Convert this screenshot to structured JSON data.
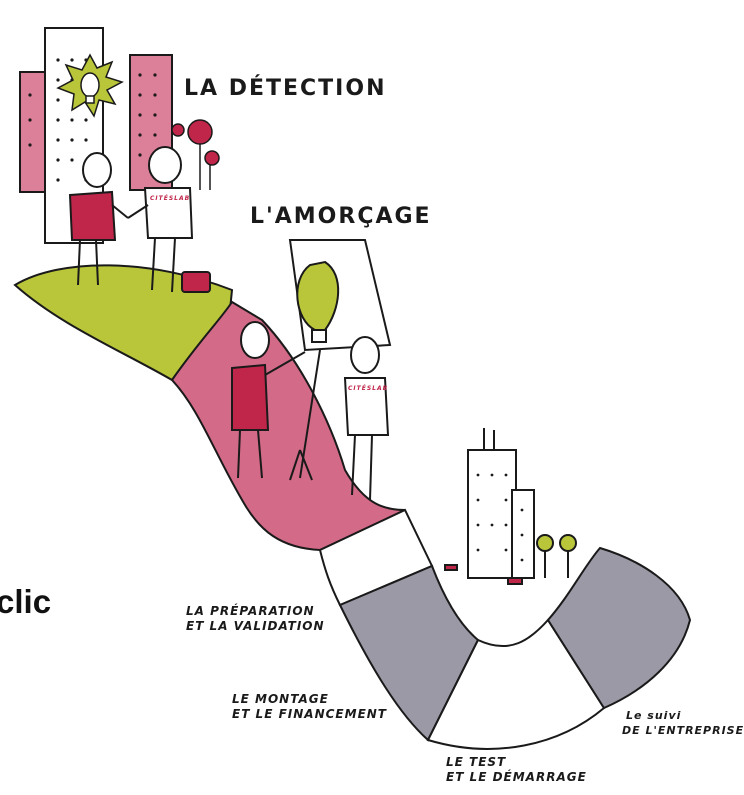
{
  "labels": {
    "detection": "LA DÉTECTION",
    "amorcage": "L'AMORÇAGE",
    "preparation_1": "LA PRÉPARATION",
    "preparation_2": "ET LA VALIDATION",
    "montage_1": "LE MONTAGE",
    "montage_2": "ET LE FINANCEMENT",
    "test_1": "LE TEST",
    "test_2": "ET LE DÉMARRAGE",
    "suivi_1": "Le suivi",
    "suivi_2": "DE L'ENTREPRISE",
    "left_cut_text": "clic",
    "tshirt_logo": "CITÉSLAB"
  },
  "colors": {
    "green": "#b9c63a",
    "pink": "#d26a88",
    "pink_building": "#dc7f98",
    "grey": "#9c99a6",
    "magenta_shirt": "#c0264a",
    "ink": "#1a1a1a"
  }
}
